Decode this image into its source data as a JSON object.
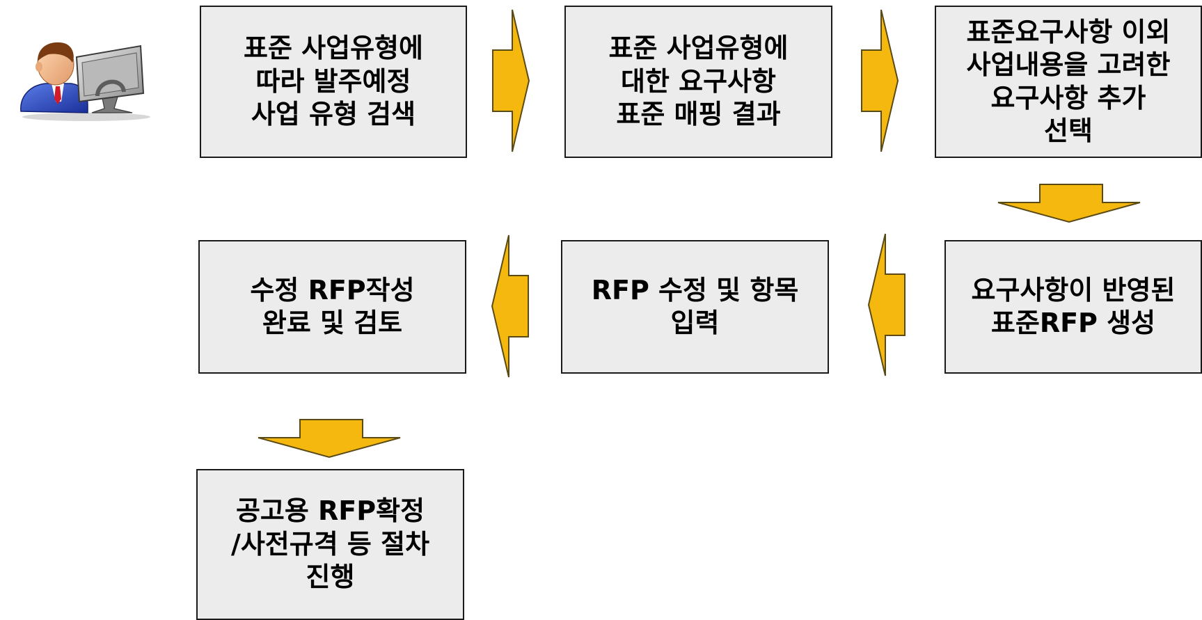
{
  "steps": [
    {
      "id": "s1",
      "text": "표준 사업유형에\n따라 발주예정\n사업 유형 검색"
    },
    {
      "id": "s2",
      "text": "표준 사업유형에\n대한 요구사항\n표준 매핑 결과"
    },
    {
      "id": "s3",
      "text": "표준요구사항 이외\n사업내용을 고려한\n요구사항 추가\n선택"
    },
    {
      "id": "s4",
      "text": "수정 RFP작성\n완료 및 검토"
    },
    {
      "id": "s5",
      "text": "RFP 수정 및 항목\n입력"
    },
    {
      "id": "s6",
      "text": "요구사항이 반영된\n표준RFP 생성"
    },
    {
      "id": "s7",
      "text": "공고용 RFP확정\n/사전규격 등 절차\n진행"
    }
  ],
  "icons": {
    "user": "user-at-computer-icon",
    "arrow": "arrow-icon"
  },
  "colors": {
    "box_fill": "#ececec",
    "box_border": "#1a1a1a",
    "arrow_fill": "#f5b80f",
    "arrow_stroke": "#5a4a16",
    "text": "#000000"
  }
}
